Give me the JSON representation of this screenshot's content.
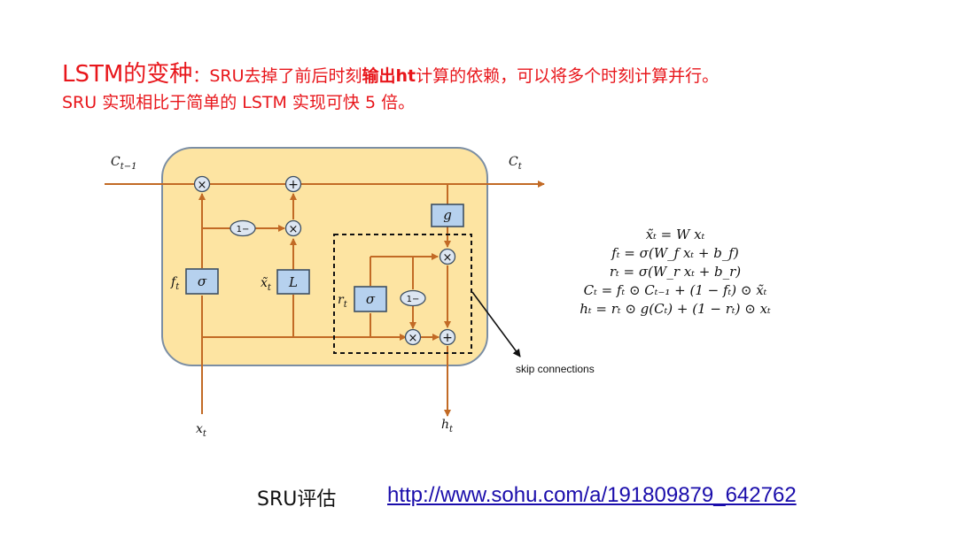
{
  "title": {
    "heading": "LSTM的变种",
    "sep": "：",
    "desc_part1": "SRU去掉了前后时刻",
    "desc_bold": "输出ht",
    "desc_part2": "计算的依赖，可以将多个时刻计算并行。",
    "line2": "SRU 实现相比于简单的 LSTM 实现可快 5 倍。"
  },
  "diagram": {
    "labels": {
      "c_prev": "C",
      "c_prev_sub": "t−1",
      "c_cur": "C",
      "c_cur_sub": "t",
      "f": "f",
      "f_sub": "t",
      "xt_tilde": "x̃",
      "xt_tilde_sub": "t",
      "r": "r",
      "r_sub": "t",
      "x_in": "x",
      "x_in_sub": "t",
      "h_out": "h",
      "h_out_sub": "t"
    },
    "gates": {
      "sigma_f": "σ",
      "linear": "L",
      "sigma_r": "σ",
      "g": "g"
    },
    "ops": {
      "mult": "×",
      "add": "+",
      "one_minus": "1−"
    },
    "skip_label": "skip connections",
    "colors": {
      "cell_fill": "#fde4a2",
      "cell_stroke": "#7b8ea4",
      "arrow": "#c26a25",
      "gate_fill": "#b6d1ee",
      "gate_stroke": "#3d4f63"
    }
  },
  "equations": [
    "x̃ₜ = W xₜ",
    "fₜ = σ(W_f xₜ + b_f)",
    "rₜ = σ(W_r xₜ + b_r)",
    "Cₜ = fₜ ⊙ Cₜ₋₁ + (1 − fₜ) ⊙ x̃ₜ",
    "hₜ = rₜ ⊙ g(Cₜ) + (1 − rₜ) ⊙ xₜ"
  ],
  "footer": {
    "label": "SRU评估",
    "link": "http://www.sohu.com/a/191809879_642762"
  }
}
